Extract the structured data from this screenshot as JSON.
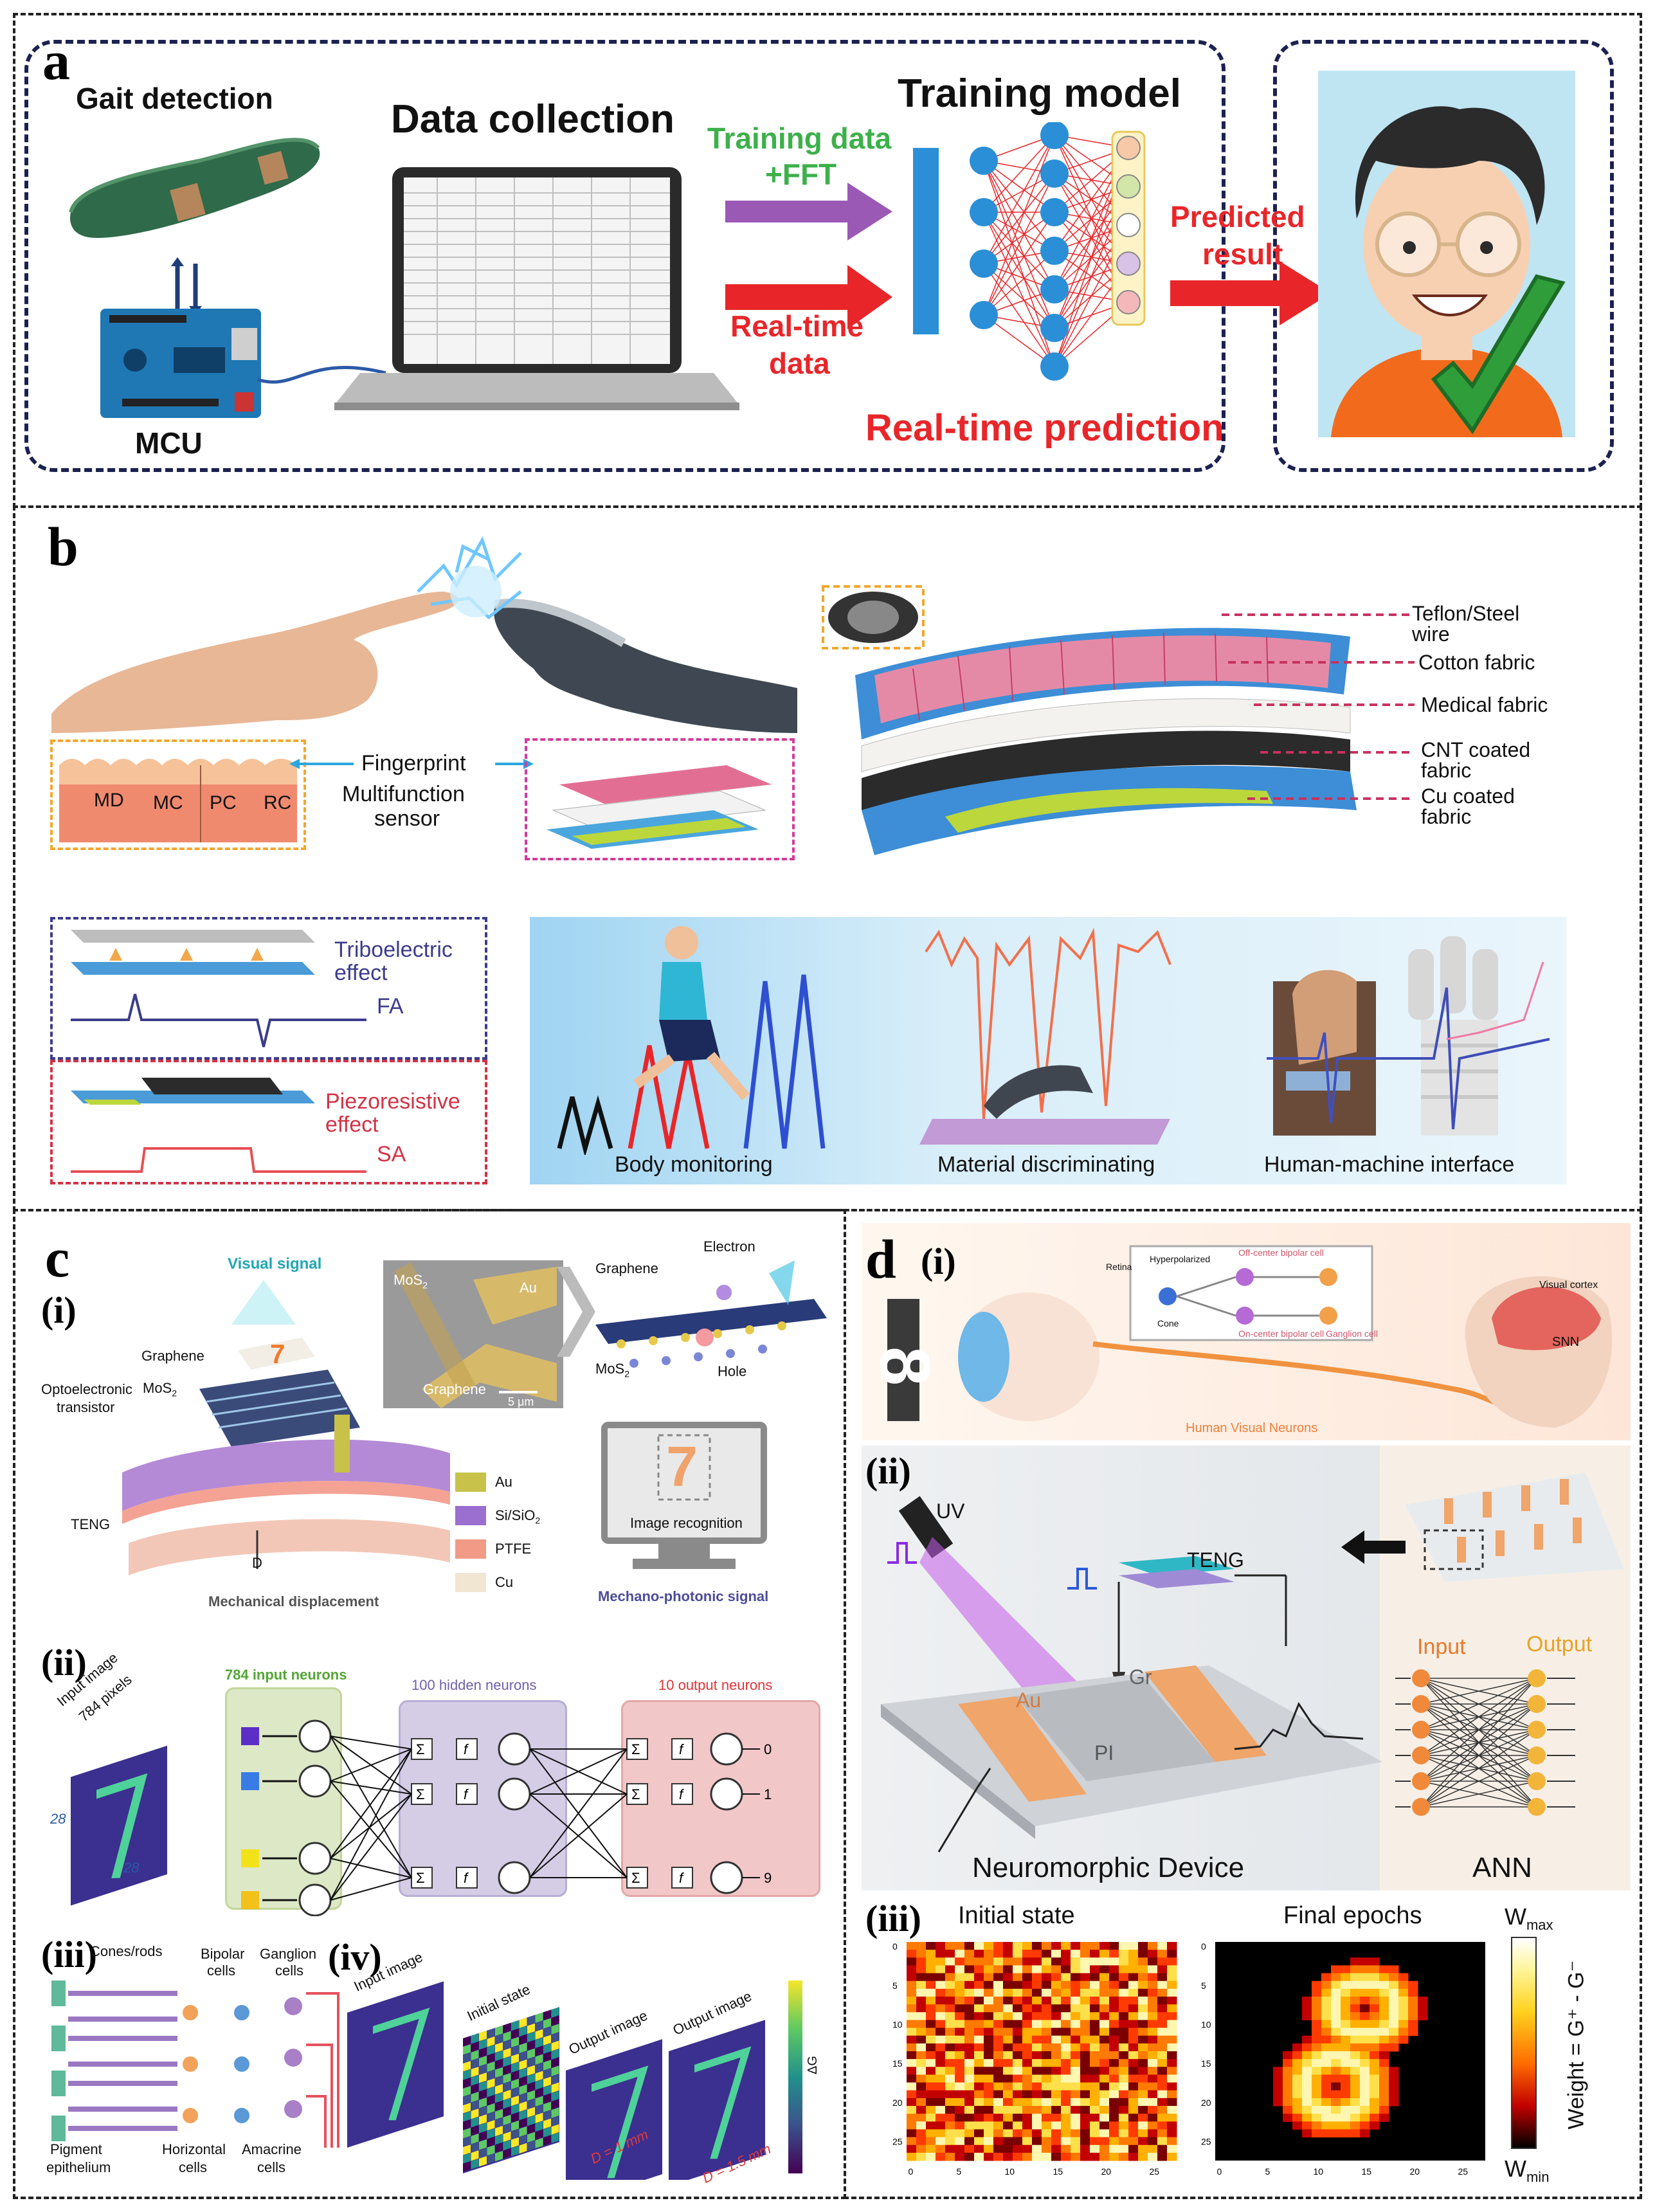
{
  "panel_a": {
    "label": "a",
    "gait_detection": "Gait detection",
    "mcu": "MCU",
    "data_collection": "Data collection",
    "training_model": "Training model",
    "training_data": "Training data",
    "fft": "+FFT",
    "real_time_data_1": "Real-time",
    "real_time_data_2": "data",
    "predicted_1": "Predicted",
    "predicted_2": "result",
    "real_time_prediction": "Real-time prediction",
    "colors": {
      "navy": "#1b2150",
      "red": "#e8262a",
      "purple": "#9b59b6",
      "green": "#3db04b",
      "blue": "#2a8fd6"
    }
  },
  "panel_b": {
    "label": "b",
    "fingerprint": "Fingerprint",
    "multifunction_1": "Multifunction",
    "multifunction_2": "sensor",
    "skin_labels": [
      "MD",
      "MC",
      "PC",
      "RC"
    ],
    "layers": [
      "Teflon/Steel wire",
      "Cotton fabric",
      "Medical fabric",
      "CNT coated fabric",
      "Cu coated fabric"
    ],
    "triboelectric_1": "Triboelectric",
    "triboelectric_2": "effect",
    "fa": "FA",
    "piezoresistive_1": "Piezoresistive",
    "piezoresistive_2": "effect",
    "sa": "SA",
    "apps": [
      "Body monitoring",
      "Material discriminating",
      "Human-machine interface"
    ]
  },
  "panel_c": {
    "label": "c",
    "sub_i": "(i)",
    "visual_signal": "Visual signal",
    "graphene": "Graphene",
    "mos2": "MoS",
    "opto_1": "Optoelectronic",
    "opto_2": "transistor",
    "teng": "TENG",
    "d": "D",
    "mech_disp": "Mechanical displacement",
    "legend": [
      {
        "label": "Au",
        "color": "#c8c24a"
      },
      {
        "label": "Si/SiO",
        "color": "#9b6fd0"
      },
      {
        "label": "PTFE",
        "color": "#f19a86"
      },
      {
        "label": "Cu",
        "color": "#f1e6d2"
      }
    ],
    "tem_labels": {
      "mos2": "MoS",
      "au": "Au",
      "graphene": "Graphene",
      "scale": "5 μm"
    },
    "band_labels": {
      "graphene": "Graphene",
      "electron": "Electron",
      "mos2": "MoS",
      "hole": "Hole"
    },
    "monitor_digit": "7",
    "image_recognition": "Image recognition",
    "mechano_photonic": "Mechano-photonic signal",
    "sub_ii": "(ii)",
    "input_image_1": "Input image",
    "input_image_2": "784 pixels",
    "dim": "28",
    "input_neurons": "784 input neurons",
    "hidden_neurons": "100 hidden neurons",
    "output_neurons": "10 output neurons",
    "sigma": "Σ",
    "f": "f",
    "outputs": [
      "0",
      "1",
      "9"
    ],
    "sub_iii": "(iii)",
    "retina_labels": {
      "cones": "Cones/rods",
      "bipolar_1": "Bipolar",
      "bipolar_2": "cells",
      "ganglion_1": "Ganglion",
      "ganglion_2": "cells",
      "pigment_1": "Pigment",
      "pigment_2": "epithelium",
      "horizontal_1": "Horizontal",
      "horizontal_2": "cells",
      "amacrine_1": "Amacrine",
      "amacrine_2": "cells"
    },
    "sub_iv": "(iv)",
    "iv_labels": {
      "input": "Input image",
      "initial": "Initial state",
      "output1": "Output image",
      "output2": "Output image",
      "d1": "D = 1 mm",
      "d2": "D = 1.5 mm",
      "dg": "ΔG"
    }
  },
  "panel_d": {
    "label": "d",
    "sub_i": "(i)",
    "retina": "Retina",
    "hyperpolarized": "Hyperpolarized",
    "cone": "Cone",
    "off_bipolar": "Off-center bipolar cell",
    "on_bipolar": "On-center bipolar cell",
    "ganglion": "Ganglion cell",
    "visual_cortex": "Visual cortex",
    "snn": "SNN",
    "human_visual_neurons": "Human Visual Neurons",
    "digit": "8",
    "sub_ii": "(ii)",
    "uv": "UV",
    "teng": "TENG",
    "au": "Au",
    "gr": "Gr",
    "pi": "PI",
    "input": "Input",
    "output": "Output",
    "neuromorphic_device": "Neuromorphic Device",
    "ann": "ANN",
    "sub_iii": "(iii)",
    "initial_state": "Initial state",
    "final_epochs": "Final epochs",
    "w_max": "W",
    "w_max_sub": "max",
    "w_min": "W",
    "w_min_sub": "min",
    "colorbar_label": "Weight = G⁺ - G⁻",
    "y_ticks": [
      "0",
      "5",
      "10",
      "15",
      "20",
      "25"
    ],
    "x_ticks": [
      "0",
      "5",
      "10",
      "15",
      "20",
      "25"
    ]
  }
}
